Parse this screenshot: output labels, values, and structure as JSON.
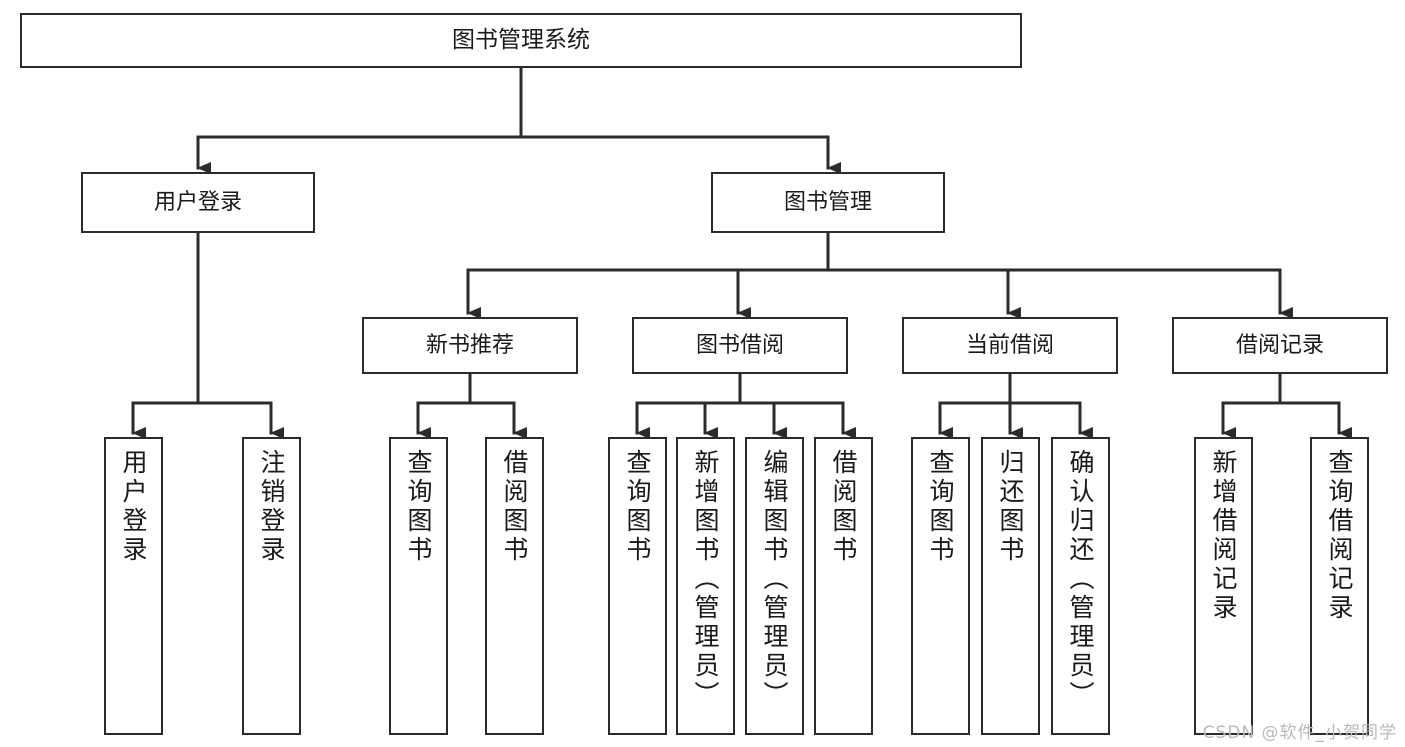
{
  "diagram": {
    "title": "图书管理系统",
    "type": "tree-hierarchy",
    "orientation": "top-down",
    "watermark": "CSDN @软件_小贺同学",
    "colors": {
      "box_border": "#2b2b2b",
      "box_fill": "#ffffff",
      "edge": "#2b2b2b",
      "text": "#1a1a1a",
      "watermark": "#b9b9b9",
      "background": "#ffffff"
    },
    "nodes": {
      "root": {
        "label": "图书管理系统"
      },
      "tier1": [
        {
          "label": "用户登录"
        },
        {
          "label": "图书管理"
        }
      ],
      "tier2": [
        {
          "label": "新书推荐"
        },
        {
          "label": "图书借阅"
        },
        {
          "label": "当前借阅"
        },
        {
          "label": "借阅记录"
        }
      ],
      "leaves": {
        "user_login": [
          {
            "label": "用户登录"
          },
          {
            "label": "注销登录"
          }
        ],
        "new_books": [
          {
            "label": "查询图书"
          },
          {
            "label": "借阅图书"
          }
        ],
        "book_borrow": [
          {
            "label": "查询图书"
          },
          {
            "label": "新增图书（管理员）"
          },
          {
            "label": "编辑图书（管理员）"
          },
          {
            "label": "借阅图书"
          }
        ],
        "current_borrow": [
          {
            "label": "查询图书"
          },
          {
            "label": "归还图书"
          },
          {
            "label": "确认归还（管理员）"
          }
        ],
        "borrow_records": [
          {
            "label": "新增借阅记录"
          },
          {
            "label": "查询借阅记录"
          }
        ]
      }
    }
  }
}
